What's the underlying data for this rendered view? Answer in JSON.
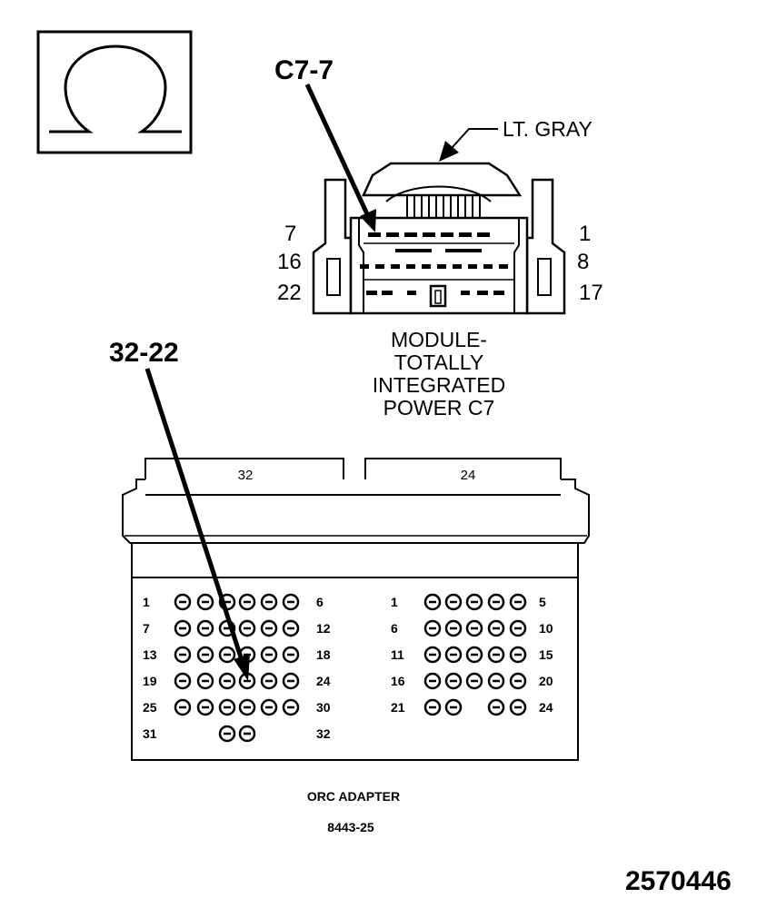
{
  "symbol": {
    "icon": "ohm-icon"
  },
  "callouts": {
    "module_pin": "C7-7",
    "adapter_pin": "32-22",
    "color": "LT. GRAY"
  },
  "c7_connector": {
    "row_labels_left": [
      "7",
      "16",
      "22"
    ],
    "row_labels_right": [
      "1",
      "8",
      "17"
    ],
    "caption_lines": [
      "MODULE-",
      "TOTALLY",
      "INTEGRATED",
      "POWER C7"
    ]
  },
  "adapter": {
    "tab_labels": [
      "32",
      "24"
    ],
    "left_grid": [
      {
        "start": "1",
        "end": "6"
      },
      {
        "start": "7",
        "end": "12"
      },
      {
        "start": "13",
        "end": "18"
      },
      {
        "start": "19",
        "end": "24"
      },
      {
        "start": "25",
        "end": "30"
      },
      {
        "start": "31",
        "end": "32"
      }
    ],
    "right_grid": [
      {
        "start": "1",
        "end": "5"
      },
      {
        "start": "6",
        "end": "10"
      },
      {
        "start": "11",
        "end": "15"
      },
      {
        "start": "16",
        "end": "20"
      },
      {
        "start": "21",
        "end": "24"
      }
    ],
    "name": "ORC ADAPTER",
    "part_number": "8443-25"
  },
  "figure_number": "2570446"
}
